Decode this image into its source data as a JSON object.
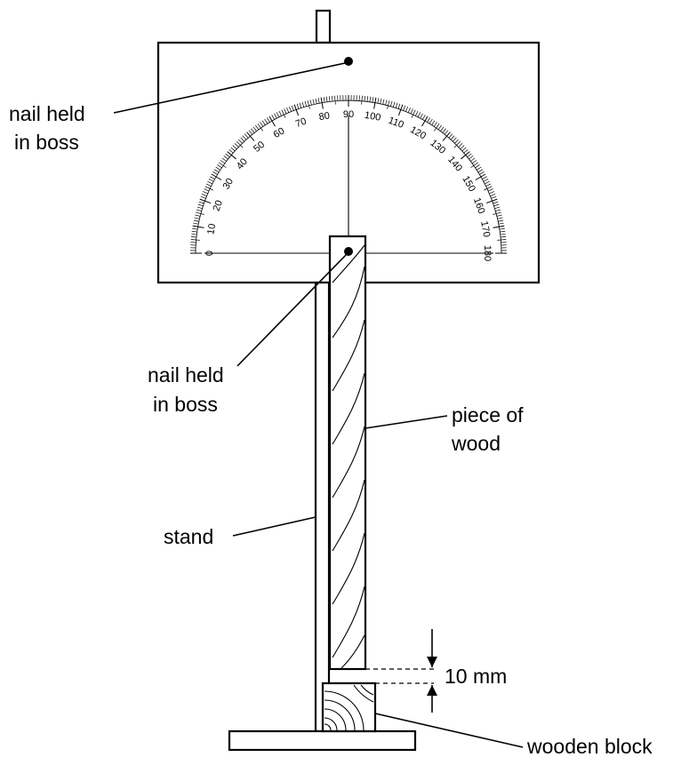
{
  "labels": {
    "nail_top_line1": "nail held",
    "nail_top_line2": "in boss",
    "nail_pivot_line1": "nail held",
    "nail_pivot_line2": "in boss",
    "piece_of_wood_line1": "piece of",
    "piece_of_wood_line2": "wood",
    "stand": "stand",
    "gap": "10 mm",
    "wooden_block": "wooden block"
  },
  "protractor": {
    "scale_labels": [
      "0",
      "10",
      "20",
      "30",
      "40",
      "50",
      "60",
      "70",
      "80",
      "90",
      "100",
      "110",
      "120",
      "130",
      "140",
      "150",
      "160",
      "170",
      "180"
    ]
  }
}
